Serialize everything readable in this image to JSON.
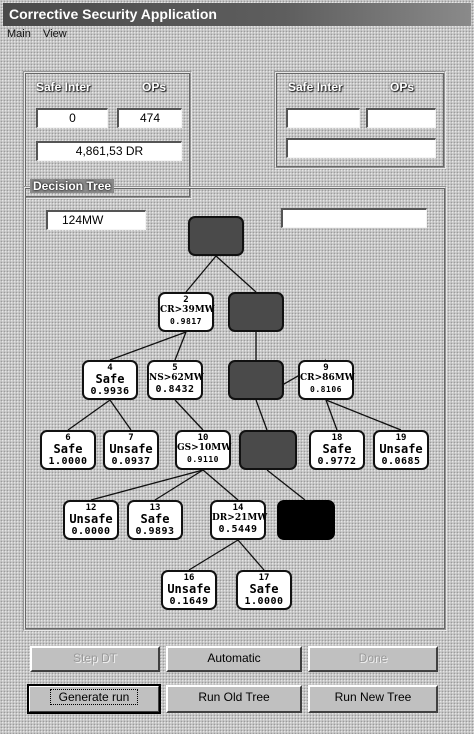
{
  "window": {
    "title": "Corrective Security Application"
  },
  "menu": {
    "items": [
      "Main",
      "View"
    ]
  },
  "left_panel": {
    "col1_header": "Safe Inter",
    "col2_header": "OPs",
    "field1": "0",
    "field2": "474",
    "field3": "4,861,53 DR"
  },
  "right_panel": {
    "col1_header": "Safe Inter",
    "col2_header": "OPs",
    "field1": "",
    "field2": "",
    "field3": ""
  },
  "decision_tree": {
    "label": "Decision Tree",
    "left_field": "124MW",
    "right_field": "",
    "nodes": [
      {
        "id": "2",
        "label": "CR>39MW",
        "value": "0.9817",
        "style": "rule"
      },
      {
        "id": "4",
        "label": "Safe",
        "value": "0.9936",
        "style": "leaf"
      },
      {
        "id": "5",
        "label": "NS>62MW",
        "value": "0.8432",
        "style": "rule"
      },
      {
        "id": "9",
        "label": "CR>86MW",
        "value": "0.8106",
        "style": "rule"
      },
      {
        "id": "6",
        "label": "Safe",
        "value": "1.0000",
        "style": "leaf"
      },
      {
        "id": "7",
        "label": "Unsafe",
        "value": "0.0937",
        "style": "leaf"
      },
      {
        "id": "10",
        "label": "GS>10MW",
        "value": "0.9110",
        "style": "rule"
      },
      {
        "id": "18",
        "label": "Safe",
        "value": "0.9772",
        "style": "leaf"
      },
      {
        "id": "19",
        "label": "Unsafe",
        "value": "0.0685",
        "style": "leaf"
      },
      {
        "id": "12",
        "label": "Unsafe",
        "value": "0.0000",
        "style": "leaf"
      },
      {
        "id": "13",
        "label": "Safe",
        "value": "0.9893",
        "style": "leaf"
      },
      {
        "id": "14",
        "label": "DR>21MW",
        "value": "0.5449",
        "style": "rule"
      },
      {
        "id": "16",
        "label": "Unsafe",
        "value": "0.1649",
        "style": "leaf"
      },
      {
        "id": "17",
        "label": "Safe",
        "value": "1.0000",
        "style": "leaf"
      }
    ]
  },
  "buttons": {
    "row1": [
      "Step DT",
      "Automatic",
      "Done"
    ],
    "row2": [
      "Generate run",
      "Run Old Tree",
      "Run New Tree"
    ]
  }
}
